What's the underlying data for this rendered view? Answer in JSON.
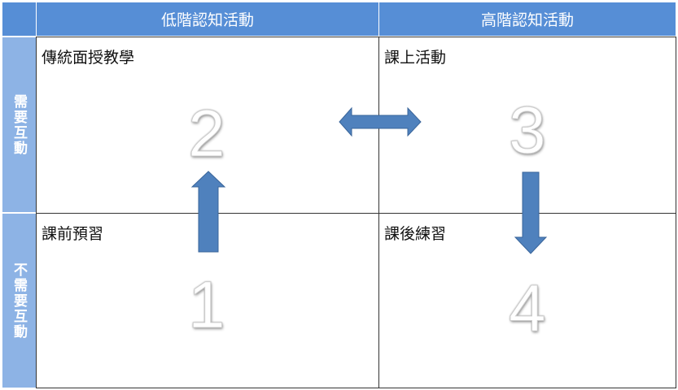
{
  "columns": [
    "低階認知活動",
    "高階認知活動"
  ],
  "rows": [
    "需要互動",
    "不需要互動"
  ],
  "quadrants": [
    {
      "label": "傳統面授教學",
      "number": "2"
    },
    {
      "label": "課上活動",
      "number": "3"
    },
    {
      "label": "課前預習",
      "number": "1"
    },
    {
      "label": "課後練習",
      "number": "4"
    }
  ],
  "colors": {
    "header": "#568ed6",
    "side": "#8db3e5",
    "arrow": "#4f81bd"
  }
}
